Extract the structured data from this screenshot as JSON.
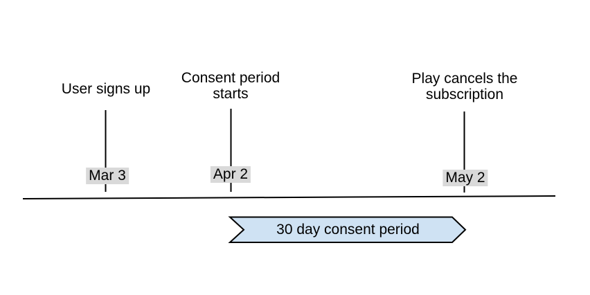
{
  "diagram": {
    "type": "timeline",
    "events": [
      {
        "title": "User signs up",
        "date": "Mar 3"
      },
      {
        "title": "Consent period starts",
        "date": "Apr 2"
      },
      {
        "title": "Play cancels the subscription",
        "date": "May 2"
      }
    ],
    "span": {
      "label": "30 day consent period",
      "from_date": "Apr 2",
      "to_date": "May 2"
    },
    "colors": {
      "line": "#000000",
      "text": "#000000",
      "label_bg": "#d9d9d9",
      "arrow_fill": "#cfe2f3",
      "arrow_stroke": "#000000"
    }
  }
}
